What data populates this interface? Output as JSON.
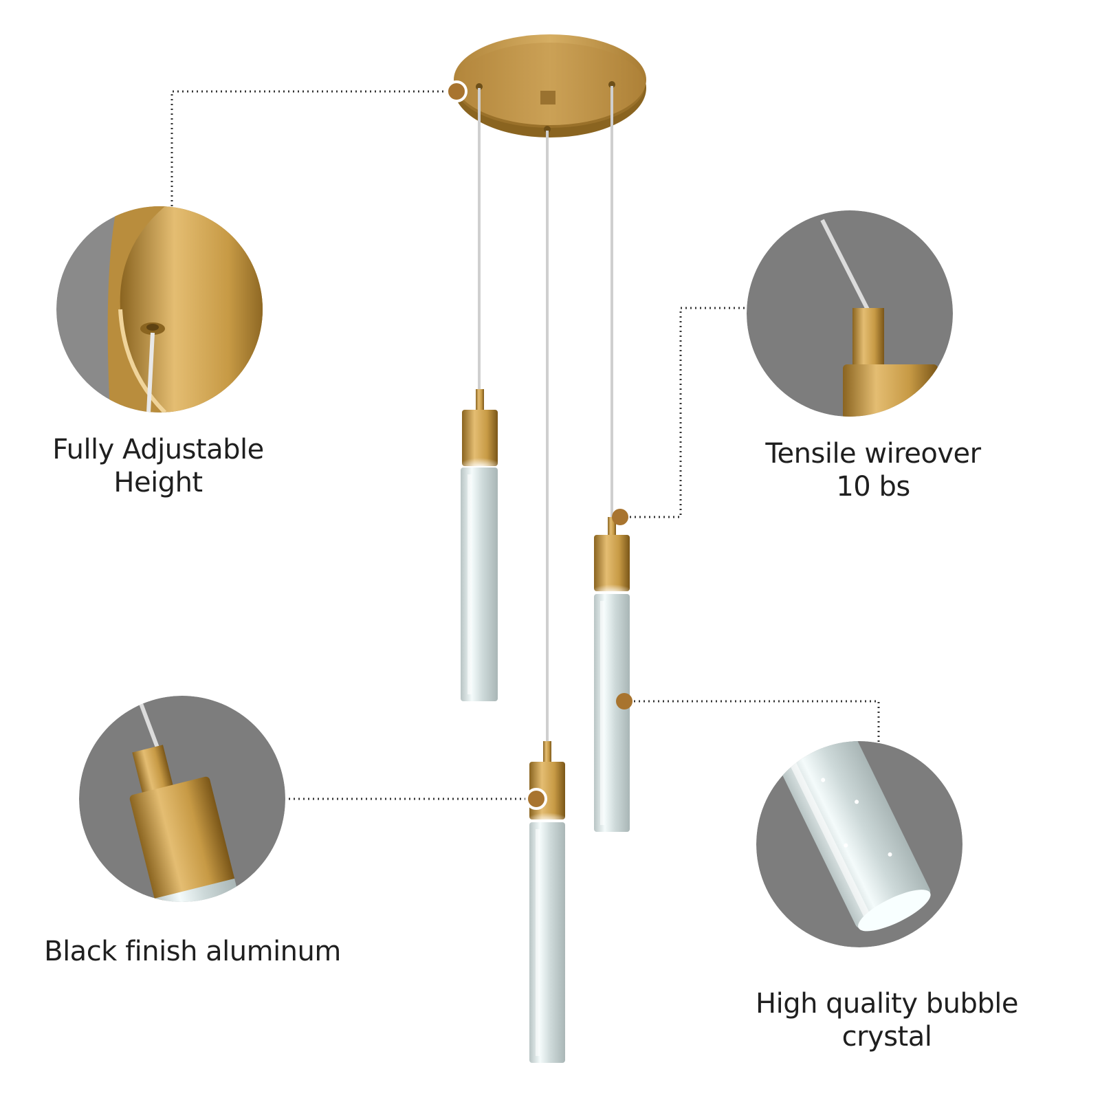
{
  "callouts": {
    "height": {
      "lines": [
        "Fully Adjustable",
        "Height"
      ]
    },
    "wire": {
      "lines": [
        "Tensile wireover",
        "10 bs"
      ]
    },
    "aluminum": {
      "lines": [
        "Black finish aluminum"
      ]
    },
    "crystal": {
      "lines": [
        "High quality bubble",
        "crystal"
      ]
    }
  },
  "colors": {
    "brass": "#c79a45",
    "brass_dark": "#8a6420",
    "brass_light": "#e7c27a",
    "marker": "#a8742f",
    "circle_bg": "#7d7d7d",
    "dotted_line": "#333333",
    "crystal": "#dfe8e8"
  }
}
